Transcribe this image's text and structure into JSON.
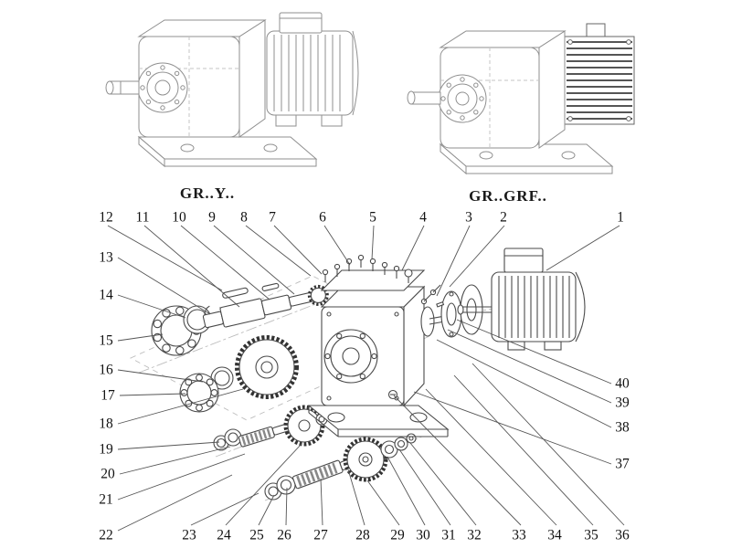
{
  "titles": {
    "left": "GR..Y..",
    "right": "GR..GRF.."
  },
  "callouts": {
    "c1": "1",
    "c2": "2",
    "c3": "3",
    "c4": "4",
    "c5": "5",
    "c6": "6",
    "c7": "7",
    "c8": "8",
    "c9": "9",
    "c10": "10",
    "c11": "11",
    "c12": "12",
    "c13": "13",
    "c14": "14",
    "c15": "15",
    "c16": "16",
    "c17": "17",
    "c18": "18",
    "c19": "19",
    "c20": "20",
    "c21": "21",
    "c22": "22",
    "c23": "23",
    "c24": "24",
    "c25": "25",
    "c26": "26",
    "c27": "27",
    "c28": "28",
    "c29": "29",
    "c30": "30",
    "c31": "31",
    "c32": "32",
    "c33": "33",
    "c34": "34",
    "c35": "35",
    "c36": "36",
    "c37": "37",
    "c38": "38",
    "c39": "39",
    "c40": "40"
  }
}
